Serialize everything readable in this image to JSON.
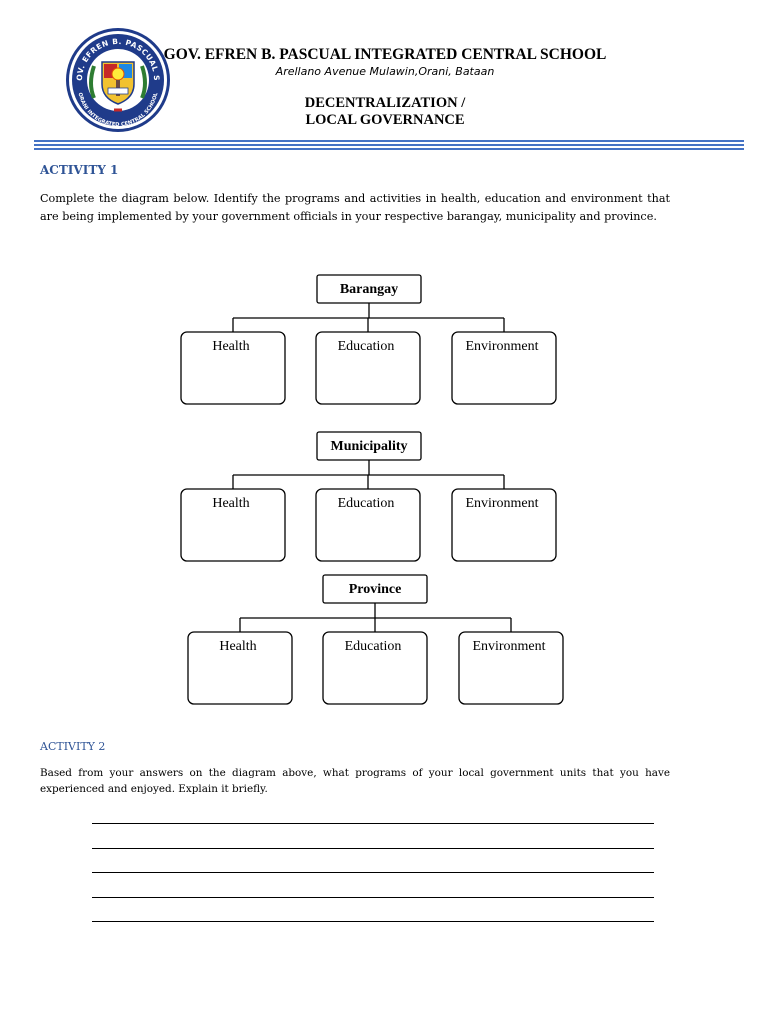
{
  "header": {
    "school_name": "GOV. EFREN B. PASCUAL INTEGRATED CENTRAL SCHOOL",
    "address": "Arellano Avenue Mulawin,Orani, Bataan",
    "title_line1": "DECENTRALIZATION /",
    "title_line2": "LOCAL GOVERNANCE",
    "logo": {
      "icon": "school-seal-icon",
      "text_top": "GOV. EFREN B. PASCUAL SR",
      "text_bottom": "ORANI INTEGRATED CENTRAL SCHOOL"
    }
  },
  "activity1": {
    "heading": "ACTIVITY 1",
    "instructions": "Complete the diagram below. Identify the programs and activities in health, education and environment that are being implemented by your government officials in your respective barangay, municipality and province."
  },
  "diagram": {
    "levels": [
      {
        "name": "Barangay",
        "children": [
          "Health",
          "Education",
          "Environment"
        ]
      },
      {
        "name": "Municipality",
        "children": [
          "Health",
          "Education",
          "Environment"
        ]
      },
      {
        "name": "Province",
        "children": [
          "Health",
          "Education",
          "Environment"
        ]
      }
    ]
  },
  "activity2": {
    "heading": "ACTIVITY 2",
    "instructions": "Based from your answers on the diagram above, what programs of your local government units that you have experienced and enjoyed. Explain it briefly.",
    "answer_line_count": 5
  },
  "colors": {
    "accent": "#2f5496",
    "rule": "#4472c4",
    "seal_ring": "#1f3b8a",
    "seal_leaf": "#2e7d32"
  }
}
